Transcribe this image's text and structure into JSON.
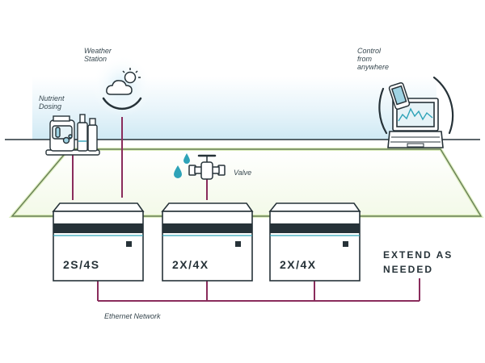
{
  "labels": {
    "weather_station": "Weather\nStation",
    "nutrient_dosing": "Nutrient\nDosing",
    "control_anywhere": "Control\nfrom\nanywhere",
    "valve": "Valve",
    "ethernet": "Ethernet Network",
    "extend": "EXTEND AS\nNEEDED"
  },
  "controllers": [
    {
      "label": "2S/4S"
    },
    {
      "label": "2X/4X"
    },
    {
      "label": "2X/4X"
    }
  ],
  "colors": {
    "line": "#8a2c5c",
    "dark": "#263238",
    "field_edge": "#a6d35a",
    "sky": "#cfe9f4",
    "accent": "#2ea3b8"
  },
  "icons": [
    "weather-cloud-sun-icon",
    "nutrient-dosing-tanks-icon",
    "valve-icon",
    "water-drop-icon",
    "laptop-icon",
    "phone-icon"
  ]
}
